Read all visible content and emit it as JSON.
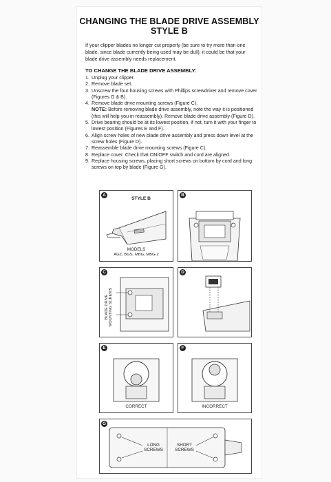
{
  "document": {
    "title_line1": "CHANGING THE BLADE DRIVE ASSEMBLY",
    "title_line2": "STYLE B",
    "intro": "If your clipper blades no longer cut properly (be sure to try more than one blade, since blade currently being used may be dull), it could be that your blade drive assembly needs replacement.",
    "subheading": "TO CHANGE THE BLADE DRIVE ASSEMBLY:",
    "steps": [
      {
        "num": "1.",
        "text": "Unplug your clipper."
      },
      {
        "num": "2.",
        "text": "Remove blade set."
      },
      {
        "num": "3.",
        "text": "Unscrew the four housing screws with Phillips screwdriver and remove cover (Figures G & B)."
      },
      {
        "num": "4.",
        "text": "Remove blade drive mounting screws (Figure C).",
        "note_label": "NOTE:",
        "note_text": "Before removing blade drive assembly, note the way it is positioned (this will help you in reassembly). Remove blade drive assembly (Figure D)."
      },
      {
        "num": "5.",
        "text": "Drive bearing should be at its lowest position, if not, turn it with your finger to lowest position (Figures E and F)."
      },
      {
        "num": "6.",
        "text": "Align screw holes of new blade drive assembly and press down level at the screw holes (Figure D)."
      },
      {
        "num": "7.",
        "text": "Reassemble blade drive mounting screws (Figure C)."
      },
      {
        "num": "8.",
        "text": "Replace cover. Check that ON/OFF switch and cord are aligned."
      },
      {
        "num": "9.",
        "text": "Replace housing screws, placing short screws on bottom by cord and long screws on top by blade (Figure G)."
      }
    ]
  },
  "figures": {
    "a": {
      "badge": "A",
      "title": "STYLE B",
      "models_label": "MODELS",
      "models_list": "AGZ, BGS, MBG, MBG-2"
    },
    "b": {
      "badge": "B"
    },
    "c": {
      "badge": "C",
      "side_label_1": "BLADE DRIVE",
      "side_label_2": "MOUNTING SCREWS"
    },
    "d": {
      "badge": "D"
    },
    "e": {
      "badge": "E",
      "caption": "CORRECT"
    },
    "f": {
      "badge": "F",
      "caption": "INCORRECT"
    },
    "g": {
      "badge": "G",
      "long_1": "LONG",
      "long_2": "SCREWS",
      "short_1": "SHORT",
      "short_2": "SCREWS"
    }
  }
}
